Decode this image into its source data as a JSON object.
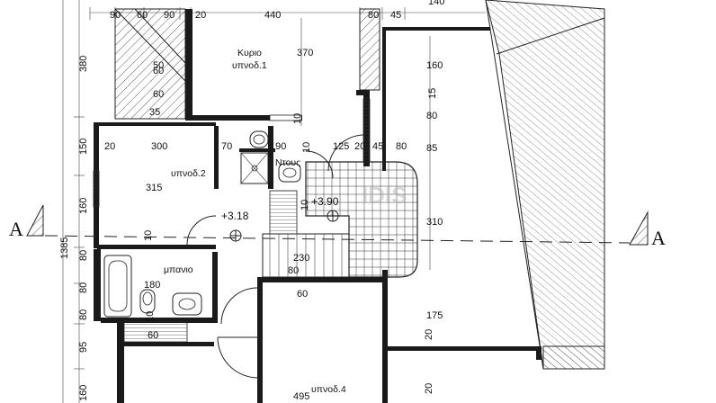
{
  "dims_top": [
    "90",
    "60",
    "90",
    "20",
    "440",
    "80",
    "45",
    "140"
  ],
  "dims_left": [
    "380",
    "150",
    "160",
    "1385",
    "80",
    "80",
    "80",
    "95",
    "160"
  ],
  "dims_inner": [
    "370",
    "10",
    "35",
    "60",
    "60",
    "50",
    "70",
    "190",
    "10",
    "125",
    "20",
    "45",
    "80",
    "15",
    "80",
    "85",
    "160",
    "20",
    "300",
    "315",
    "10",
    "10",
    "230",
    "80",
    "180",
    "310",
    "60",
    "60",
    "10",
    "175",
    "20",
    "20",
    "495"
  ],
  "rooms": {
    "master": [
      "Κυριο",
      "υπνοδ.1"
    ],
    "bed2": "υπνοδ.2",
    "shower": "Ντους",
    "bath": "μπανιο",
    "bed4": "υπνοδ.4"
  },
  "levels": [
    "+3.18",
    "+3.90"
  ],
  "section_marks": [
    "A",
    "A"
  ],
  "watermark": "IDIS"
}
